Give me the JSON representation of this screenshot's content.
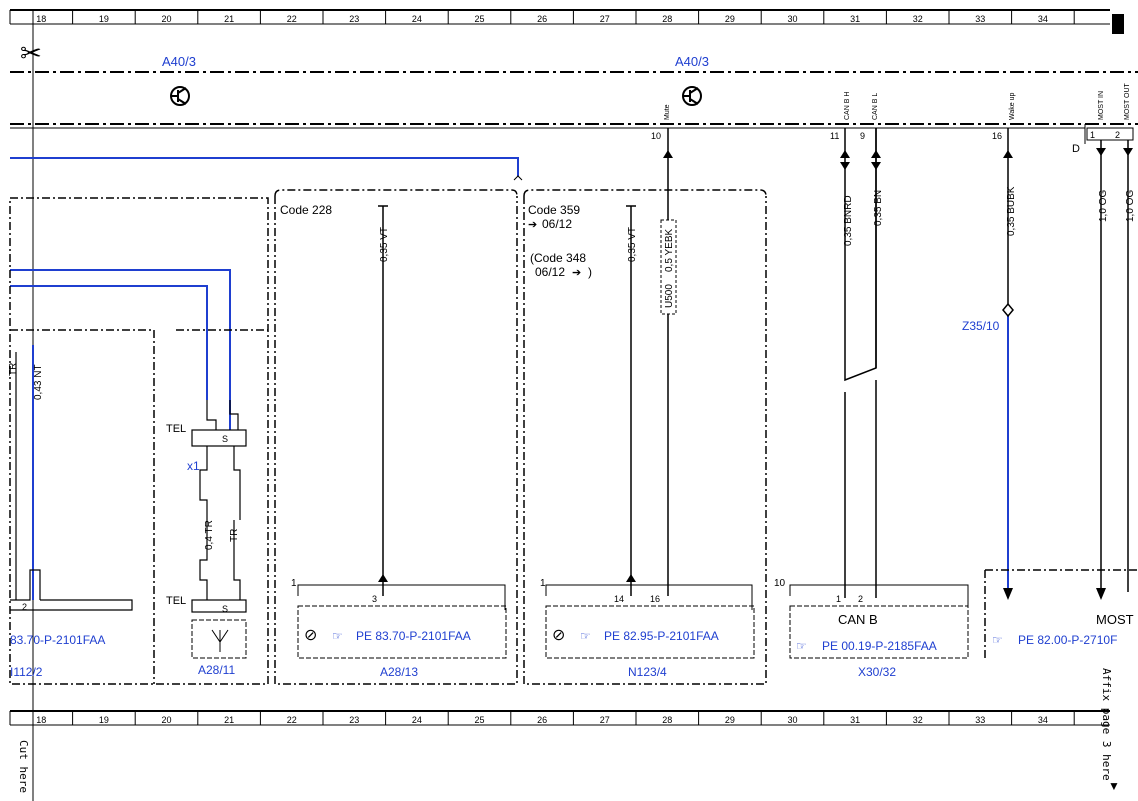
{
  "ruler": {
    "columns": [
      "18",
      "19",
      "20",
      "21",
      "22",
      "23",
      "24",
      "25",
      "26",
      "27",
      "28",
      "29",
      "30",
      "31",
      "32",
      "33",
      "34"
    ]
  },
  "top_modules": {
    "left_ref": "A40/3",
    "right_ref": "A40/3"
  },
  "connector_pins": {
    "mute": {
      "label": "Mute",
      "pin": "10"
    },
    "can_b_h": {
      "label": "CAN B H",
      "pin": "11"
    },
    "can_b_l": {
      "label": "CAN B L",
      "pin": "9"
    },
    "wake_up": {
      "label": "Wake up",
      "pin": "16"
    },
    "most_in": {
      "label": "MOST IN",
      "pin": "1"
    },
    "most_out": {
      "label": "MOST OUT",
      "pin": "2"
    },
    "d_label": "D"
  },
  "codes": {
    "code_228": "Code 228",
    "code_359": "Code 359",
    "code_359_date": "06/12",
    "code_348": "(Code 348",
    "code_348_date": "06/12",
    "code_348_close": ")"
  },
  "wires": {
    "vt_a": "0,35 VT",
    "vt_b": "0,35 VT",
    "yebk": "0,5 YEBK",
    "u500": "U500",
    "bnrd": "0,35 BNRD",
    "bn": "0,35 BN",
    "bubk": "0,35 BUBK",
    "og1": "1,0 OG",
    "og2": "1,0 OG",
    "nt": "0,43 NT",
    "tr_left": "TR",
    "tr_04": "0,4 TR",
    "tr": "TR"
  },
  "splice": "Z35/10",
  "connectors": {
    "tel_upper": "TEL",
    "tel_lower": "TEL",
    "s_upper": "S",
    "s_lower": "S",
    "x1": "x1"
  },
  "components": {
    "a2811": "A28/11",
    "a2813": {
      "ref": "A28/13",
      "pe": "PE 83.70-P-2101FAA",
      "pin": "3",
      "frame_pin": "1"
    },
    "n1234": {
      "ref": "N123/4",
      "pe": "PE 82.95-P-2101FAA",
      "pin_a": "14",
      "pin_b": "16",
      "frame_pin": "1"
    },
    "x3032": {
      "ref": "X30/32",
      "pe": "PE 00.19-P-2185FAA",
      "title": "CAN B",
      "pin_a": "1",
      "pin_b": "2",
      "frame_pin": "10"
    },
    "most": {
      "title": "MOST",
      "pe": "PE 82.00-P-2710F"
    },
    "left": {
      "ref": "I112/2",
      "pe": "83.70-P-2101FAA",
      "pin": "2"
    }
  },
  "margin_text": {
    "cut_here": "Cut here",
    "affix": "Affix page 3 here"
  },
  "colors": {
    "line": "#000000",
    "blue": "#1f3fd0"
  }
}
